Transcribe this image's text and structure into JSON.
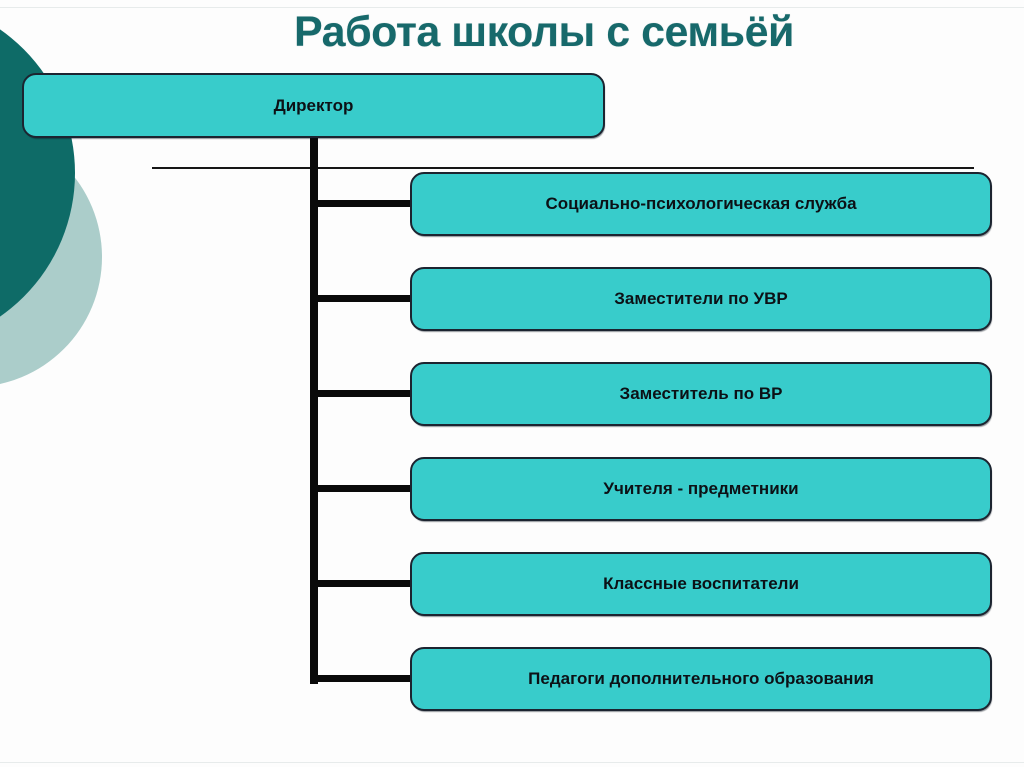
{
  "slide": {
    "title": "Работа школы с семьёй",
    "org_chart": {
      "root": {
        "label": "Директор"
      },
      "children": [
        {
          "label": "Социально-психологическая служба"
        },
        {
          "label": "Заместители по УВР"
        },
        {
          "label": "Заместитель по ВР"
        },
        {
          "label": "Учителя - предметники"
        },
        {
          "label": "Классные воспитатели"
        },
        {
          "label": "Педагоги дополнительного образования"
        }
      ]
    },
    "colors": {
      "box_fill": "#38cccb",
      "box_border": "#1c2430",
      "title": "#17696b",
      "circle_dark": "#0e6b67",
      "circle_light": "#abcdca",
      "connector": "#0a0a0a",
      "background": "#fdfdfd"
    }
  }
}
